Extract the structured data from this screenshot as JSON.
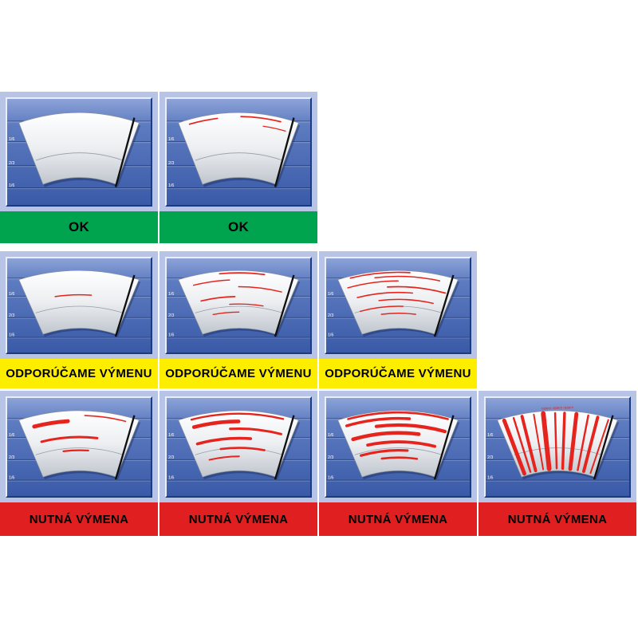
{
  "labels": {
    "scale_marks": [
      "1/6",
      "2/3",
      "1/6"
    ]
  },
  "colors": {
    "cell_bg": "#b7c4e6",
    "panel_blue": "#4a69b2",
    "green": "#00a44f",
    "yellow": "#fdee00",
    "red": "#e02020",
    "streak": "#e6241d",
    "blade": "#101010",
    "scale_text": "#ffffff",
    "bar_text": "#000000"
  },
  "rows": [
    {
      "status": "OK",
      "bar_color": "green",
      "cells": [
        {
          "id": "ok-clean",
          "streaks": []
        },
        {
          "id": "ok-light-marks",
          "streaks": [
            {
              "t": 0.07,
              "u1": 0.08,
              "u2": 0.32,
              "w": 1.6
            },
            {
              "t": 0.06,
              "u1": 0.52,
              "u2": 0.86,
              "w": 1.6
            },
            {
              "t": 0.18,
              "u1": 0.72,
              "u2": 0.92,
              "w": 1.2
            }
          ]
        }
      ]
    },
    {
      "status": "ODPORÚČAME VÝMENU",
      "bar_color": "yellow",
      "cells": [
        {
          "id": "single-streak",
          "streaks": [
            {
              "t": 0.42,
              "u1": 0.26,
              "u2": 0.62,
              "w": 1.6
            }
          ]
        },
        {
          "id": "several-streaks",
          "streaks": [
            {
              "t": 0.04,
              "u1": 0.34,
              "u2": 0.72,
              "w": 1.8
            },
            {
              "t": 0.16,
              "u1": 0.1,
              "u2": 0.42,
              "w": 1.5
            },
            {
              "t": 0.28,
              "u1": 0.5,
              "u2": 0.9,
              "w": 1.6
            },
            {
              "t": 0.45,
              "u1": 0.12,
              "u2": 0.46,
              "w": 1.8
            },
            {
              "t": 0.58,
              "u1": 0.4,
              "u2": 0.76,
              "w": 1.5
            },
            {
              "t": 0.72,
              "u1": 0.2,
              "u2": 0.5,
              "w": 1.4
            }
          ]
        },
        {
          "id": "many-streaks",
          "streaks": [
            {
              "t": 0.03,
              "u1": 0.1,
              "u2": 0.6,
              "w": 1.8
            },
            {
              "t": 0.1,
              "u1": 0.3,
              "u2": 0.86,
              "w": 1.6
            },
            {
              "t": 0.18,
              "u1": 0.05,
              "u2": 0.5,
              "w": 1.6
            },
            {
              "t": 0.28,
              "u1": 0.4,
              "u2": 0.94,
              "w": 1.8
            },
            {
              "t": 0.38,
              "u1": 0.1,
              "u2": 0.64,
              "w": 1.6
            },
            {
              "t": 0.5,
              "u1": 0.3,
              "u2": 0.86,
              "w": 1.6
            },
            {
              "t": 0.62,
              "u1": 0.08,
              "u2": 0.55,
              "w": 1.6
            },
            {
              "t": 0.74,
              "u1": 0.3,
              "u2": 0.7,
              "w": 1.5
            }
          ]
        }
      ]
    },
    {
      "status": "NUTNÁ VÝMENA",
      "bar_color": "red",
      "cells": [
        {
          "id": "thick-smears-few",
          "streaks": [
            {
              "t": 0.17,
              "u1": 0.1,
              "u2": 0.4,
              "w": 5.0
            },
            {
              "t": 0.08,
              "u1": 0.55,
              "u2": 0.9,
              "w": 1.6
            },
            {
              "t": 0.44,
              "u1": 0.12,
              "u2": 0.68,
              "w": 3.0
            },
            {
              "t": 0.66,
              "u1": 0.32,
              "u2": 0.6,
              "w": 2.2
            }
          ]
        },
        {
          "id": "thick-smears-more",
          "streaks": [
            {
              "t": 0.05,
              "u1": 0.1,
              "u2": 0.88,
              "w": 2.4
            },
            {
              "t": 0.18,
              "u1": 0.1,
              "u2": 0.5,
              "w": 4.6
            },
            {
              "t": 0.3,
              "u1": 0.42,
              "u2": 0.9,
              "w": 3.0
            },
            {
              "t": 0.46,
              "u1": 0.08,
              "u2": 0.62,
              "w": 3.6
            },
            {
              "t": 0.62,
              "u1": 0.3,
              "u2": 0.78,
              "w": 2.6
            },
            {
              "t": 0.76,
              "u1": 0.15,
              "u2": 0.5,
              "w": 2.0
            }
          ]
        },
        {
          "id": "thick-smears-heavy",
          "streaks": [
            {
              "t": 0.03,
              "u1": 0.08,
              "u2": 0.92,
              "w": 2.6
            },
            {
              "t": 0.13,
              "u1": 0.05,
              "u2": 0.6,
              "w": 3.6
            },
            {
              "t": 0.24,
              "u1": 0.3,
              "u2": 0.93,
              "w": 4.2
            },
            {
              "t": 0.37,
              "u1": 0.06,
              "u2": 0.7,
              "w": 4.6
            },
            {
              "t": 0.52,
              "u1": 0.18,
              "u2": 0.88,
              "w": 3.8
            },
            {
              "t": 0.66,
              "u1": 0.08,
              "u2": 0.6,
              "w": 3.2
            },
            {
              "t": 0.78,
              "u1": 0.3,
              "u2": 0.72,
              "w": 2.6
            }
          ]
        },
        {
          "id": "vertical-bleeding",
          "streaks": [],
          "note": "rattern rattern rattern",
          "stripes": [
            {
              "u": 0.05,
              "w": 5.0
            },
            {
              "u": 0.13,
              "w": 2.5
            },
            {
              "u": 0.2,
              "w": 4.0
            },
            {
              "u": 0.3,
              "w": 2.0
            },
            {
              "u": 0.38,
              "w": 6.0
            },
            {
              "u": 0.48,
              "w": 2.5
            },
            {
              "u": 0.56,
              "w": 3.5
            },
            {
              "u": 0.66,
              "w": 5.0
            },
            {
              "u": 0.76,
              "w": 2.5
            },
            {
              "u": 0.84,
              "w": 4.0
            },
            {
              "u": 0.93,
              "w": 2.0
            }
          ]
        }
      ]
    }
  ]
}
